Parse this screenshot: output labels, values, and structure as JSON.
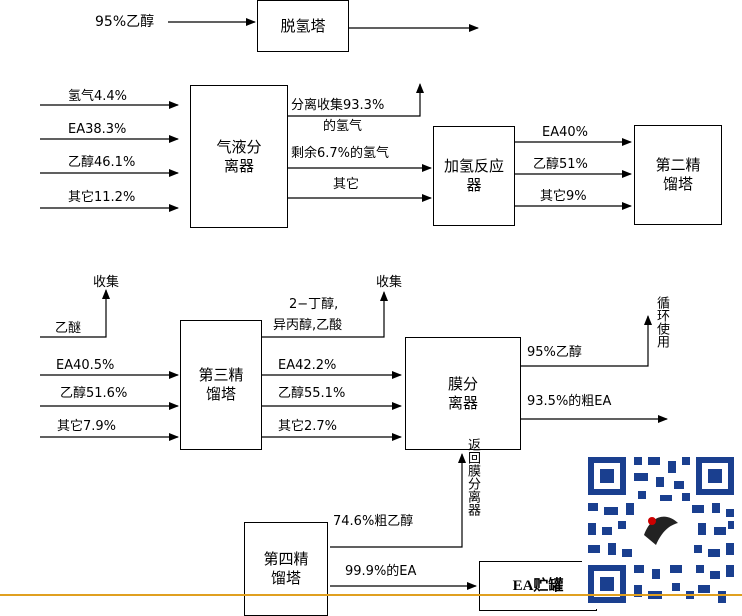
{
  "boxes": {
    "dehydro": "脱氢塔",
    "gas_liquid_l1": "气液分",
    "gas_liquid_l2": "离器",
    "hydro_l1": "加氢反应",
    "hydro_l2": "器",
    "col2_l1": "第二精",
    "col2_l2": "馏塔",
    "col3_l1": "第三精",
    "col3_l2": "馏塔",
    "membrane_l1": "膜分",
    "membrane_l2": "离器",
    "col4_l1": "第四精",
    "col4_l2": "馏塔",
    "tank": "EA贮罐"
  },
  "labels": {
    "feed_ethanol": "95%乙醇",
    "in_h2": "氢气4.4%",
    "in_ea": "EA38.3%",
    "in_etoh": "乙醇46.1%",
    "in_other": "其它11.2%",
    "sep_collect_l1": "分离收集93.3%",
    "sep_collect_l2": "的氢气",
    "remain_h2": "剩余6.7%的氢气",
    "other": "其它",
    "hy_ea": "EA40%",
    "hy_etoh": "乙醇51%",
    "hy_other": "其它9%",
    "collect_a": "收集",
    "ether": "乙醚",
    "collect_b": "收集",
    "byprod_l1": "2−丁醇,",
    "byprod_l2": "异丙醇,乙酸",
    "c3_in_ea": "EA40.5%",
    "c3_in_etoh": "乙醇51.6%",
    "c3_in_other": "其它7.9%",
    "c3_out_ea": "EA42.2%",
    "c3_out_etoh": "乙醇55.1%",
    "c3_out_other": "其它2.7%",
    "mem_etoh": "95%乙醇",
    "recycle": "循环使用",
    "crude_ea": "93.5%的粗EA",
    "return": "返回膜分离器",
    "crude_etoh": "74.6%粗乙醇",
    "pure_ea": "99.9%的EA"
  }
}
